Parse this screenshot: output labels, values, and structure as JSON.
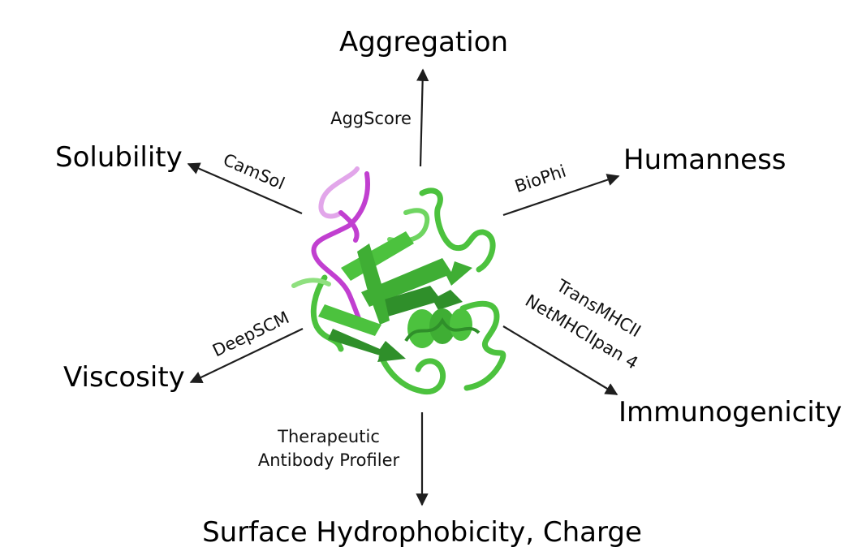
{
  "properties": {
    "aggregation": "Aggregation",
    "solubility": "Solubility",
    "humanness": "Humanness",
    "viscosity": "Viscosity",
    "immunogenicity": "Immunogenicity",
    "surface": "Surface Hydrophobicity, Charge"
  },
  "tools": {
    "aggscore": "AggScore",
    "camsol": "CamSol",
    "biophi": "BioPhi",
    "deepscm": "DeepSCM",
    "transmhcii": "TransMHCII",
    "netmhciipan": "NetMHCIIpan 4",
    "tap_line1": "Therapeutic",
    "tap_line2": "Antibody Profiler"
  },
  "colors": {
    "protein_main": "#4cc23e",
    "protein_dark": "#2f8f2a",
    "protein_light": "#8fe07f",
    "cdr_loop": "#c13fd0",
    "cdr_light": "#e2a6ea",
    "arrow": "#1e1e1e"
  },
  "icons": {
    "structure": "protein-ribbon-structure"
  }
}
